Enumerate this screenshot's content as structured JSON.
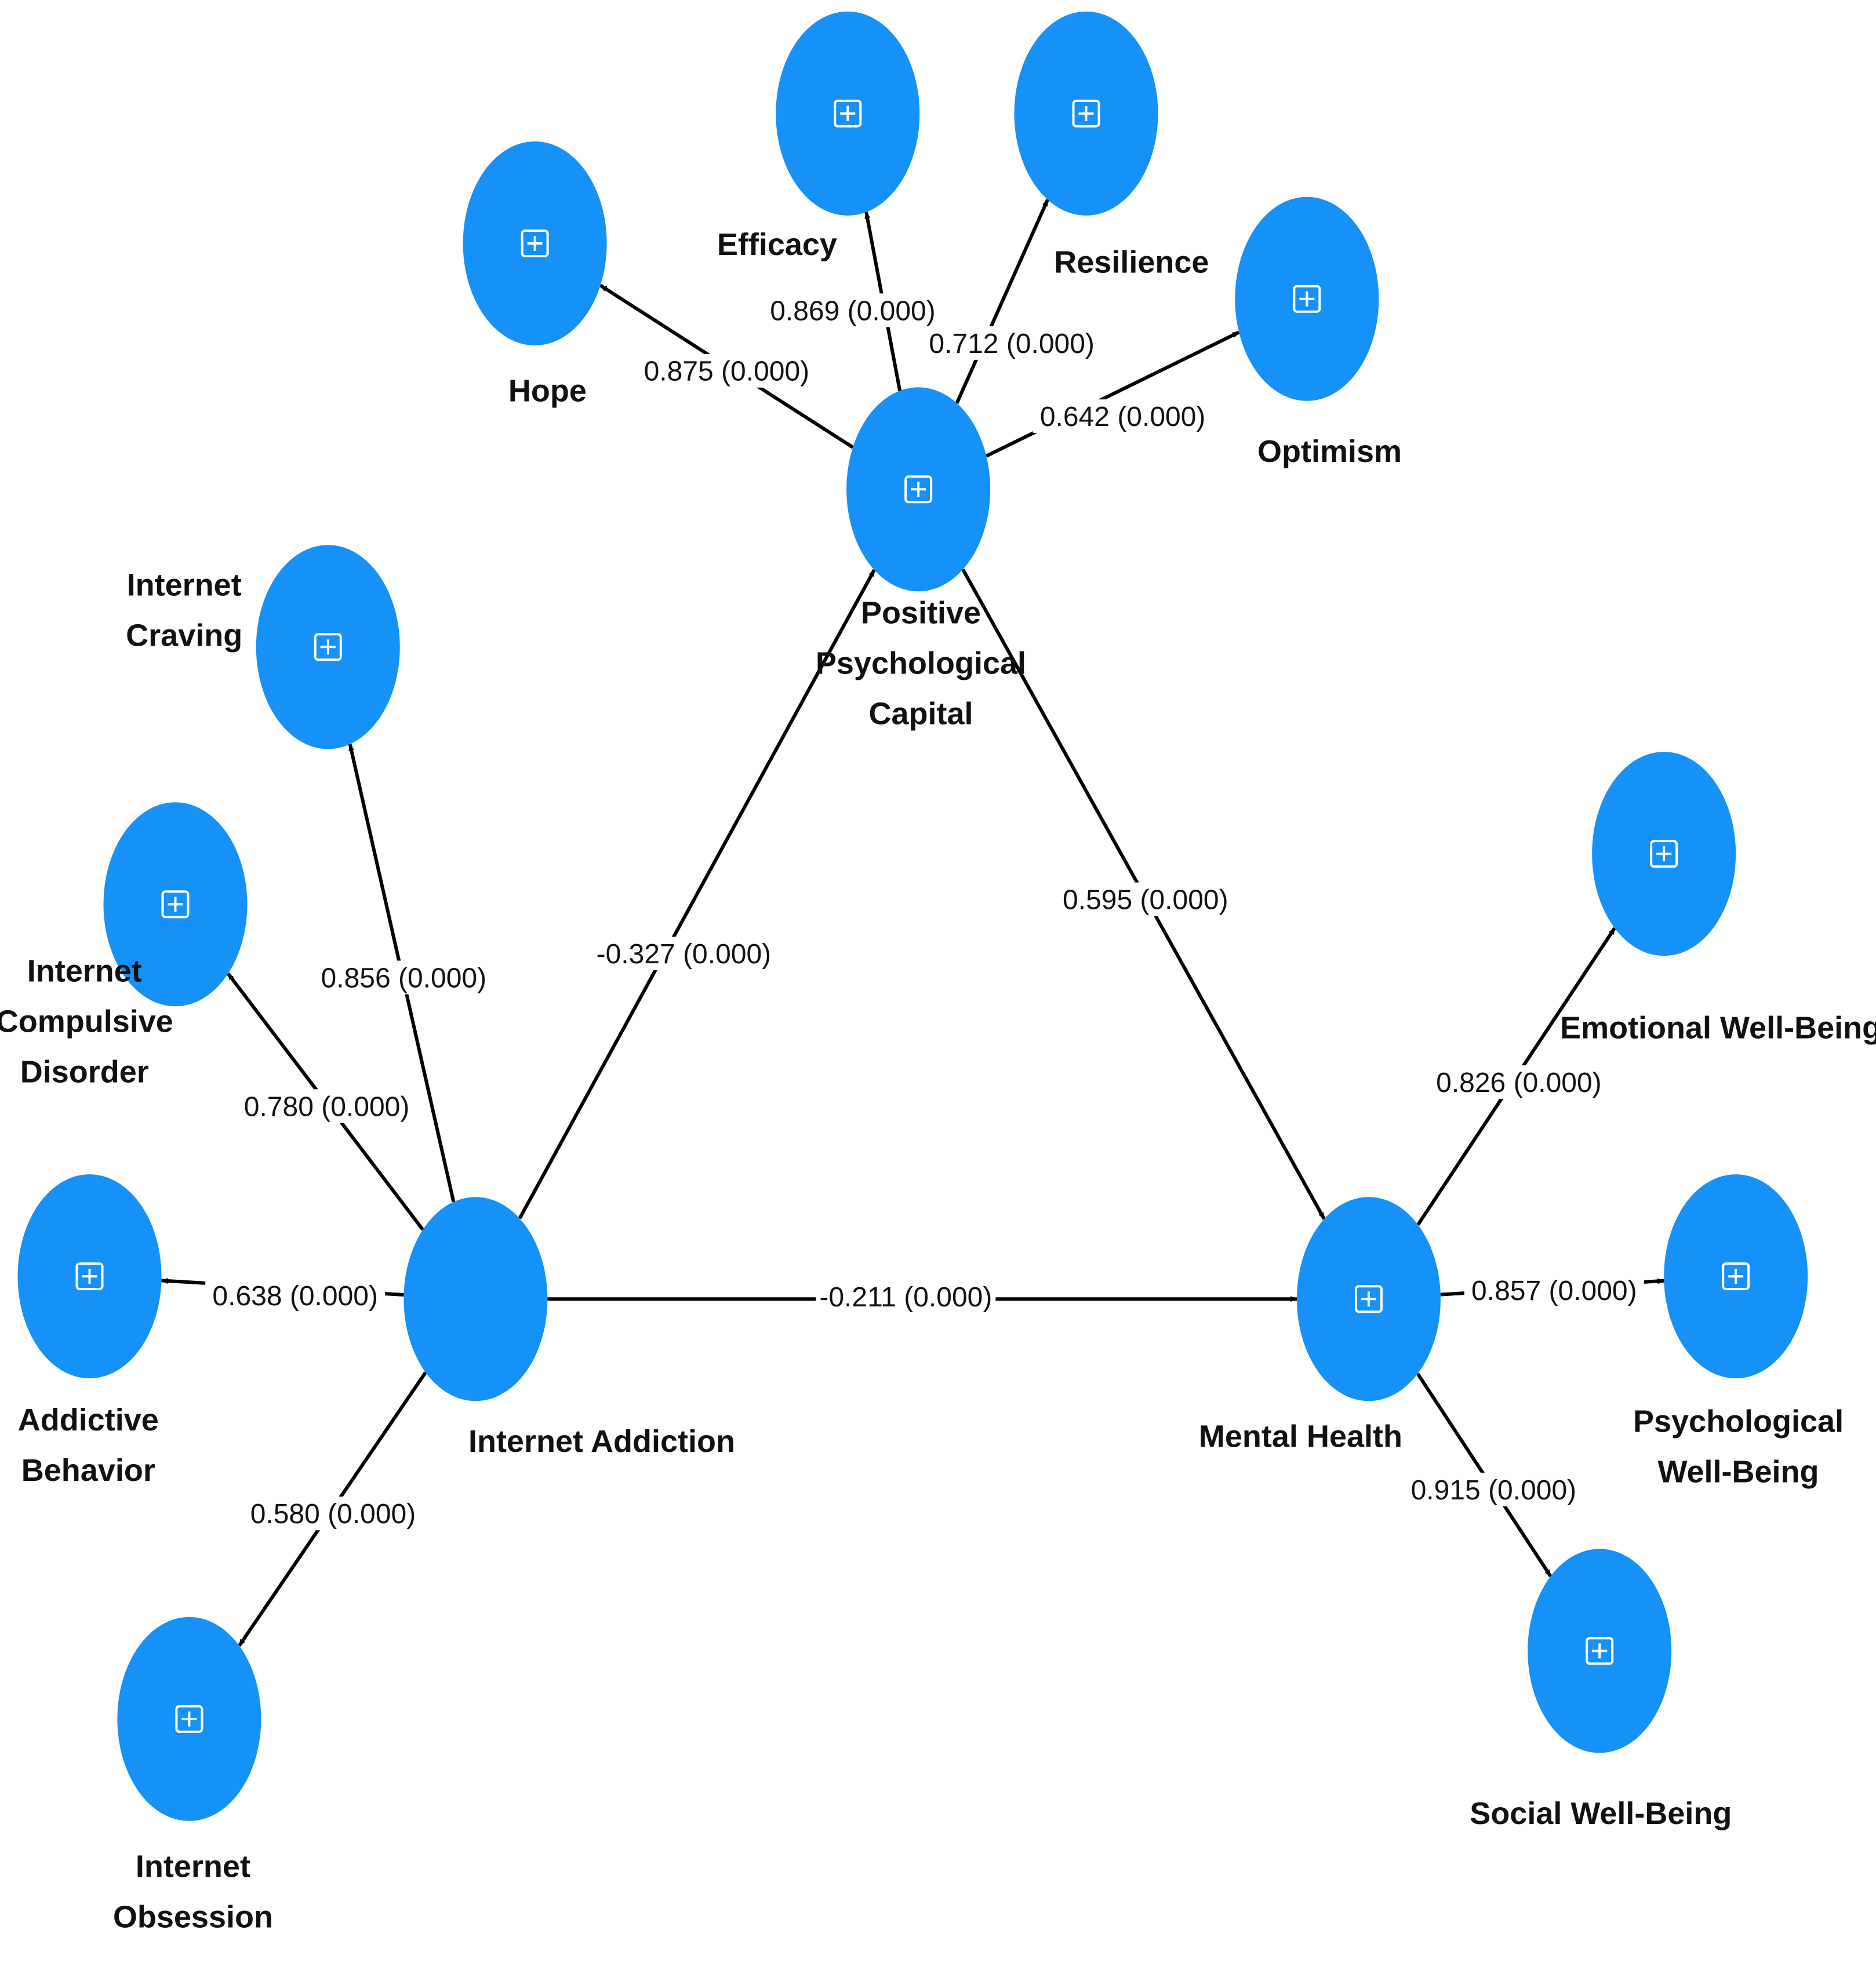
{
  "colors": {
    "node_fill": "#1591f7",
    "edge": "#000000",
    "text": "#111111",
    "background": "#ffffff"
  },
  "expand_icon": "plus-in-square-icon",
  "nodes": [
    {
      "id": "hope",
      "label": [
        "Hope"
      ],
      "expandable": true
    },
    {
      "id": "efficacy",
      "label": [
        "Efficacy"
      ],
      "expandable": true
    },
    {
      "id": "resilience",
      "label": [
        "Resilience"
      ],
      "expandable": true
    },
    {
      "id": "optimism",
      "label": [
        "Optimism"
      ],
      "expandable": true
    },
    {
      "id": "ppc",
      "label": [
        "Positive",
        "Psychological",
        "Capital"
      ],
      "expandable": true
    },
    {
      "id": "craving",
      "label": [
        "Internet",
        "Craving"
      ],
      "expandable": true
    },
    {
      "id": "compulsive",
      "label": [
        "Internet",
        "Compulsive",
        "Disorder"
      ],
      "expandable": true
    },
    {
      "id": "addictive",
      "label": [
        "Addictive",
        "Behavior"
      ],
      "expandable": true
    },
    {
      "id": "obsession",
      "label": [
        "Internet",
        "Obsession"
      ],
      "expandable": true
    },
    {
      "id": "ia",
      "label": [
        "Internet Addiction"
      ],
      "expandable": false
    },
    {
      "id": "mh",
      "label": [
        "Mental Health"
      ],
      "expandable": true
    },
    {
      "id": "emotional",
      "label": [
        "Emotional Well-Being"
      ],
      "expandable": true
    },
    {
      "id": "psychological",
      "label": [
        "Psychological",
        "Well-Being"
      ],
      "expandable": true
    },
    {
      "id": "social",
      "label": [
        "Social Well-Being"
      ],
      "expandable": true
    }
  ],
  "edges": [
    {
      "from": "ppc",
      "to": "hope",
      "label": "0.875 (0.000)"
    },
    {
      "from": "ppc",
      "to": "efficacy",
      "label": "0.869 (0.000)"
    },
    {
      "from": "ppc",
      "to": "resilience",
      "label": "0.712 (0.000)"
    },
    {
      "from": "ppc",
      "to": "optimism",
      "label": "0.642 (0.000)"
    },
    {
      "from": "ia",
      "to": "ppc",
      "label": "-0.327 (0.000)"
    },
    {
      "from": "ppc",
      "to": "mh",
      "label": "0.595 (0.000)"
    },
    {
      "from": "ia",
      "to": "mh",
      "label": "-0.211 (0.000)"
    },
    {
      "from": "ia",
      "to": "craving",
      "label": "0.856 (0.000)"
    },
    {
      "from": "ia",
      "to": "compulsive",
      "label": "0.780 (0.000)"
    },
    {
      "from": "ia",
      "to": "addictive",
      "label": "0.638 (0.000)"
    },
    {
      "from": "ia",
      "to": "obsession",
      "label": "0.580 (0.000)"
    },
    {
      "from": "mh",
      "to": "emotional",
      "label": "0.826 (0.000)"
    },
    {
      "from": "mh",
      "to": "psychological",
      "label": "0.857 (0.000)"
    },
    {
      "from": "mh",
      "to": "social",
      "label": "0.915 (0.000)"
    }
  ]
}
